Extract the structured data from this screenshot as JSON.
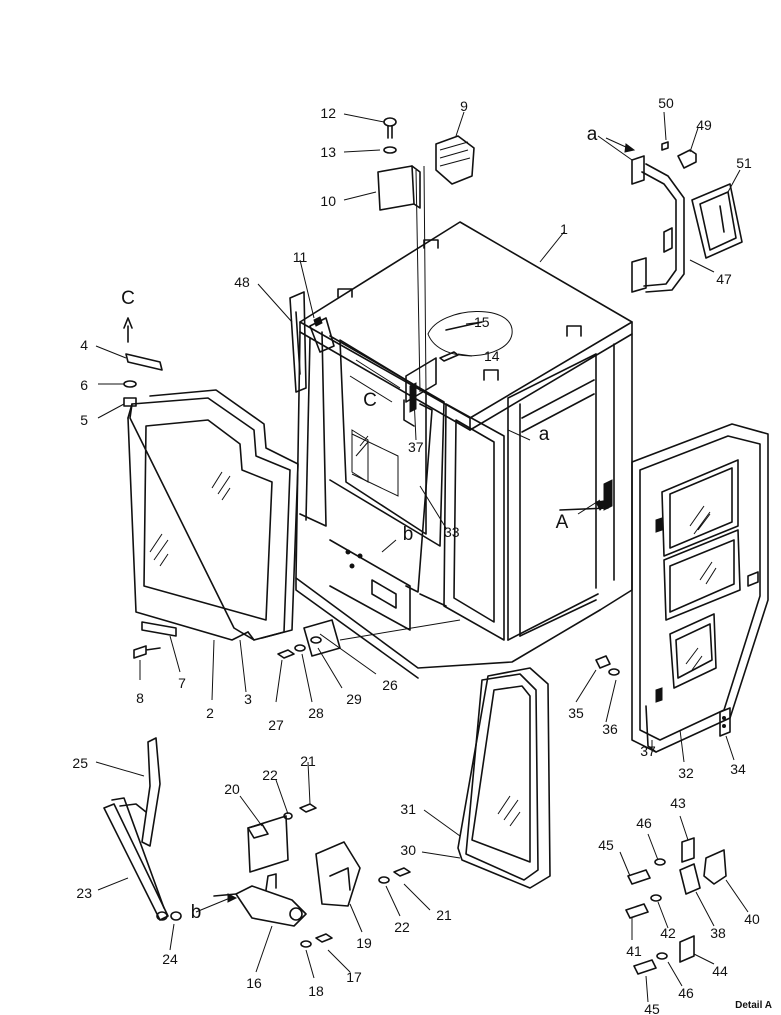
{
  "detail_caption": "Detail A",
  "letters": {
    "c1": "C",
    "c2": "C",
    "a1": "a",
    "a2": "a",
    "b1": "b",
    "b2": "b",
    "A": "A"
  },
  "part_numbers": {
    "p1": "1",
    "p2": "2",
    "p3": "3",
    "p4": "4",
    "p5": "5",
    "p6": "6",
    "p7": "7",
    "p8": "8",
    "p9": "9",
    "p10": "10",
    "p11": "11",
    "p12": "12",
    "p13": "13",
    "p14": "14",
    "p15": "15",
    "p16": "16",
    "p17": "17",
    "p18": "18",
    "p19": "19",
    "p20": "20",
    "p21a": "21",
    "p21b": "21",
    "p22a": "22",
    "p22b": "22",
    "p23": "23",
    "p24": "24",
    "p25": "25",
    "p26": "26",
    "p27": "27",
    "p28": "28",
    "p29": "29",
    "p30": "30",
    "p31": "31",
    "p32": "32",
    "p33": "33",
    "p34": "34",
    "p35": "35",
    "p36": "36",
    "p37a": "37",
    "p37b": "37",
    "p38": "38",
    "p40": "40",
    "p41": "41",
    "p42": "42",
    "p43": "43",
    "p44": "44",
    "p45a": "45",
    "p45b": "45",
    "p46a": "46",
    "p46b": "46",
    "p47": "47",
    "p48": "48",
    "p49": "49",
    "p50": "50",
    "p51": "51"
  }
}
